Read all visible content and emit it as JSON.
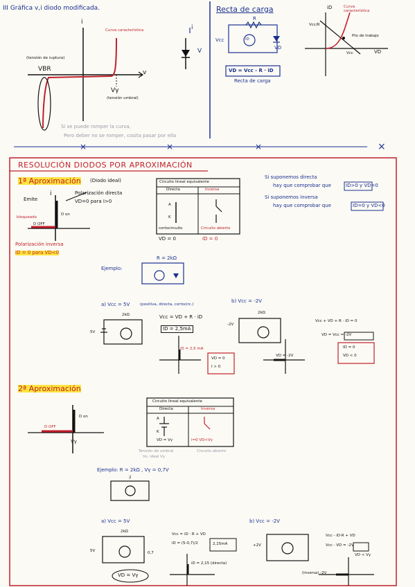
{
  "top_left": {
    "heading": "III Gráfica v,i diodo modificada.",
    "axis_i": "i",
    "axis_v": "v",
    "curve_label": "Curva característica",
    "breakdown_label": "(tensión de ruptura)",
    "vbr": "VBR",
    "vgamma": "Vγ",
    "threshold_label": "(tensión umbral)",
    "symbol_i": "i",
    "symbol_v": "V",
    "note_1": "Si se puede romper la curva,",
    "note_2": "Pero deber no se romper, cosita pasar por ella"
  },
  "top_right": {
    "heading": "Recta de carga",
    "r_label": "R",
    "vcc_label": "Vcc",
    "vd_label": "VD",
    "id_label": "iD",
    "equation": "VD = Vcc - R · iD",
    "caption": "Recta de carga",
    "graph_i": "iD",
    "graph_v": "VD",
    "graph_vcc": "Vcc",
    "graph_vccr": "Vcc/R",
    "graph_curve": "Curva característica",
    "graph_point": "Pto de trabajo"
  },
  "section": {
    "title": "RESOLUCIÓN DIODOS POR APROXIMACIÓN"
  },
  "first": {
    "title": "1ª Aproximación",
    "subtitle": "(Diodo ideal)",
    "emite": "Emite",
    "axis_i": "i",
    "forward_label": "Polarización directa",
    "forward_cond": "VD=0 para I>0",
    "d_on": "D on",
    "d_off": "D OFF",
    "reverse_label": "Polarización inversa",
    "reverse_cond": "ID = 0 para VD<0",
    "blocked": "bloqueado",
    "table_title": "Circuito lineal equivalente",
    "col_direct": "Directa",
    "col_inverse": "Inversa",
    "label_a": "A",
    "label_k": "K",
    "short_label": "cortocircuito",
    "open_label": "Circuito abierto",
    "vd0": "VD = 0",
    "id0": "ID = 0",
    "rule_1": "Si suponemos directa",
    "rule_1b": "hay que comprobar que",
    "rule_1c": "ID>0 y VD=0",
    "rule_2": "Si suponemos inversa",
    "rule_2b": "hay que comprobar que",
    "rule_2c": "ID=0 y VD<0",
    "example_label": "Ejemplo:",
    "example_r": "R = 2kΩ",
    "ex_a_title": "a) Vcc = 5V",
    "ex_a_note": "(positiva, directa, cortocirc.)",
    "ex_a_eq1": "Vcc = VD + R · iD",
    "ex_a_eq2": "ID = 2,5mA",
    "ex_a_v": "5V",
    "ex_a_r": "2kΩ",
    "ex_a_point": "iD = 2,5 mA",
    "ex_b_title": "b) Vcc = -2V",
    "ex_b_v": "-2V",
    "ex_b_r": "2kΩ",
    "ex_b_eq1": "Vcc + VD + R · iD = 0",
    "ex_b_eq2": "VD = Vcc = -2V",
    "ex_b_ans1": "ID = 0",
    "ex_b_ans2": "VD < 0",
    "ex_b_point": "VD = -2V",
    "ex_b_box1": "VD = 0",
    "ex_b_box2": "I > 0"
  },
  "second": {
    "title": "2ª Aproximación",
    "d_on": "D on",
    "d_off": "D OFF",
    "vgamma": "Vγ",
    "table_title": "Circuito lineal equivalente",
    "col_direct": "Directa",
    "col_inverse": "Inversa",
    "label_a": "A",
    "label_k": "K",
    "vg_label": "VD = Vγ",
    "i0": "i=0  VD<Vγ",
    "note_1": "Tensión de umbral",
    "note_2": "Vs. ideal Vγ",
    "note_3": "Circuito abierto",
    "example": "Ejemplo: R = 2kΩ , Vγ = 0,7V",
    "ex_r": "2",
    "ex_a_title": "a) Vcc = 5V",
    "ex_a_v": "5V",
    "ex_a_r": "2kΩ",
    "ex_a_d": "0,7",
    "ex_a_eq1": "Vcc = iD · R + VD",
    "ex_a_eq2": "iD = (5-0,7)/2",
    "ex_a_ans": "2,15mA",
    "ex_a_cond": "VD = Vγ",
    "ex_a_point": "iD = 2,15 (directa)",
    "ex_b_title": "b) Vcc = -2V",
    "ex_b_v": "+2V",
    "ex_b_eq1": "Vcc - iD·R + VD",
    "ex_b_eq2": "Vcc - VD = -2V",
    "ex_b_cond": "VD < Vγ",
    "ex_b_point": "(inversa) -2V"
  }
}
